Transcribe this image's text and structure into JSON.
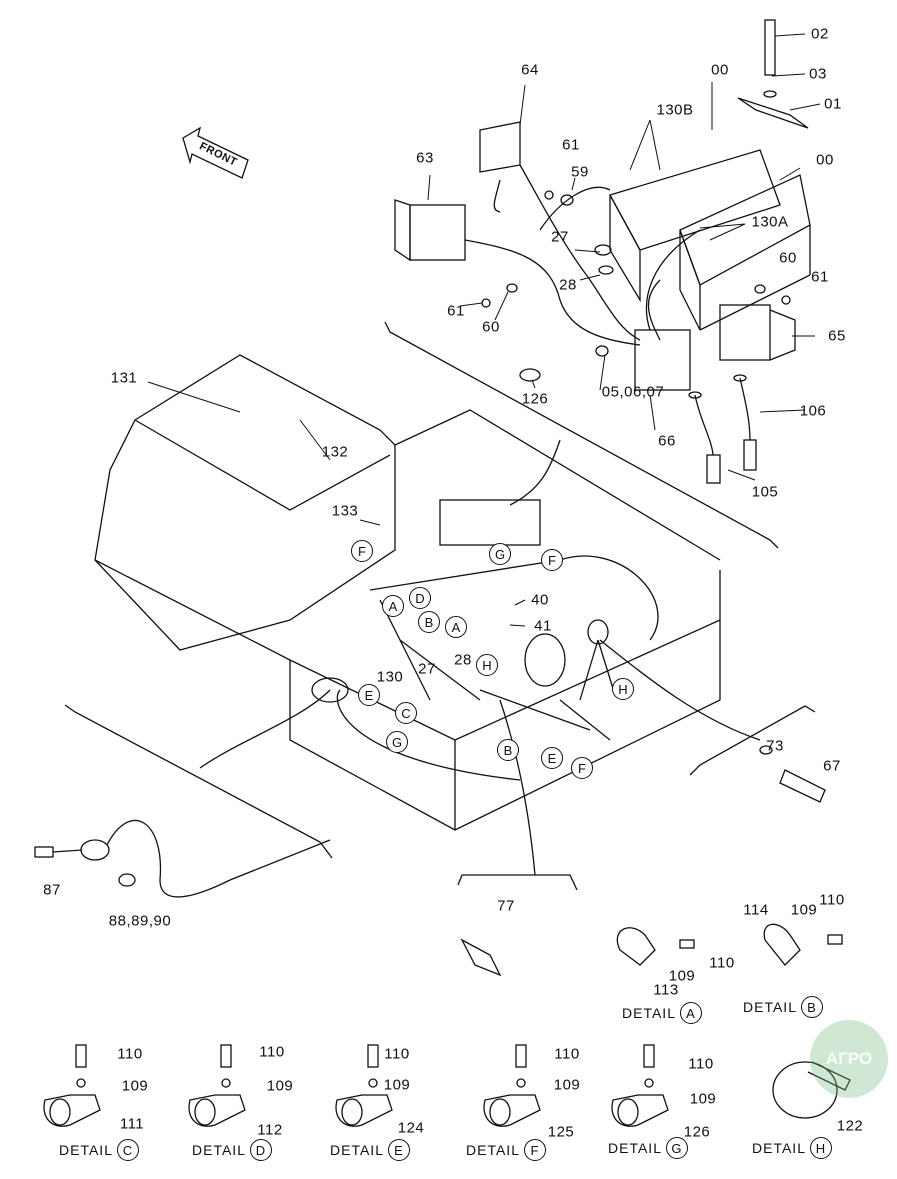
{
  "front_label": "FRONT",
  "part_labels": [
    "02",
    "03",
    "01",
    "00",
    "00",
    "64",
    "130B",
    "61",
    "59",
    "63",
    "130A",
    "27",
    "28",
    "60",
    "61",
    "61",
    "60",
    "65",
    "05,06,07",
    "126",
    "66",
    "106",
    "105",
    "131",
    "132",
    "133",
    "40",
    "41",
    "28",
    "27",
    "130",
    "73",
    "67",
    "87",
    "88,89,90",
    "77",
    "114",
    "109",
    "110",
    "110",
    "109",
    "113",
    "110",
    "109",
    "111",
    "110",
    "109",
    "112",
    "110",
    "109",
    "124",
    "110",
    "109",
    "125",
    "110",
    "109",
    "126",
    "122"
  ],
  "callout_letters": [
    "F",
    "A",
    "D",
    "B",
    "A",
    "G",
    "F",
    "H",
    "E",
    "C",
    "G",
    "B",
    "E",
    "F",
    "H"
  ],
  "details": [
    {
      "word": "DETAIL",
      "letter": "A"
    },
    {
      "word": "DETAIL",
      "letter": "B"
    },
    {
      "word": "DETAIL",
      "letter": "C"
    },
    {
      "word": "DETAIL",
      "letter": "D"
    },
    {
      "word": "DETAIL",
      "letter": "E"
    },
    {
      "word": "DETAIL",
      "letter": "F"
    },
    {
      "word": "DETAIL",
      "letter": "G"
    },
    {
      "word": "DETAIL",
      "letter": "H"
    }
  ],
  "watermark": "АГРО"
}
